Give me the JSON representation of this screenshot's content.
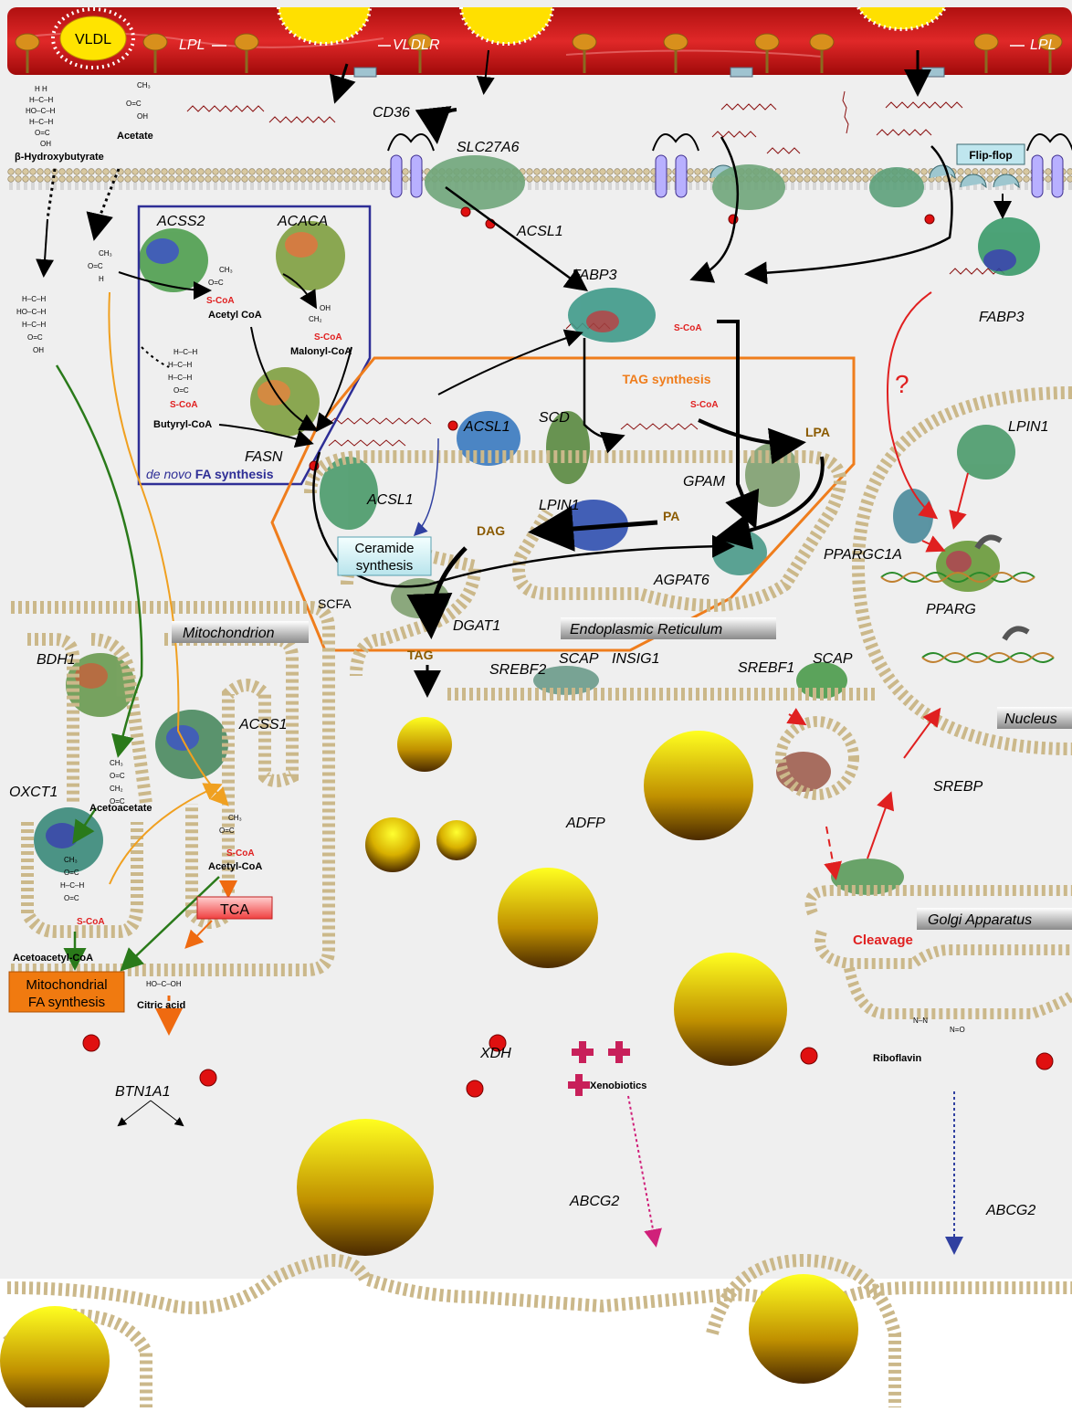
{
  "blood": {
    "vldl": "VLDL",
    "lpl_left": "LPL",
    "vldlr": "VLDLR",
    "lpl_right": "LPL"
  },
  "metabolites": {
    "bhb": "β-Hydroxybutyrate",
    "acetate": "Acetate",
    "acetyl_coa": "Acetyl CoA",
    "malonyl_coa": "Malonyl-CoA",
    "butyryl_coa": "Butyryl-CoA",
    "acetoacetate": "Acetoacetate",
    "acetoacetyl_coa": "Acetoacetyl-CoA",
    "acetyl_coa_mito": "Acetyl-CoA",
    "citric_acid": "Citric acid",
    "scoa": "S-CoA",
    "xenobiotics": "Xenobiotics",
    "riboflavin": "Riboflavin"
  },
  "genes": {
    "cd36": "CD36",
    "slc27a6": "SLC27A6",
    "acsl1_top": "ACSL1",
    "acss2": "ACSS2",
    "acaca": "ACACA",
    "fabp3_center": "FABP3",
    "fabp3_right": "FABP3",
    "fasn": "FASN",
    "acsl1_mid": "ACSL1",
    "acsl1_er": "ACSL1",
    "scd": "SCD",
    "gpam": "GPAM",
    "lpin1": "LPIN1",
    "lpin1_nuc": "LPIN1",
    "agpat6": "AGPAT6",
    "dgat1": "DGAT1",
    "bdh1": "BDH1",
    "acss1": "ACSS1",
    "oxct1": "OXCT1",
    "srebf2": "SREBF2",
    "scap1": "SCAP",
    "insig1": "INSIG1",
    "srebf1": "SREBF1",
    "scap2": "SCAP",
    "ppargc1a": "PPARGC1A",
    "pparg": "PPARG",
    "srebp": "SREBP",
    "adfp": "ADFP",
    "xdh": "XDH",
    "btn1a1": "BTN1A1",
    "abcg2_left": "ABCG2",
    "abcg2_right": "ABCG2"
  },
  "boxes": {
    "denovo_italic": "de novo",
    "denovo_bold": "FA synthesis",
    "tag_synthesis": "TAG synthesis",
    "ceramide1": "Ceramide",
    "ceramide2": "synthesis",
    "tca": "TCA",
    "mito_fa1": "Mitochondrial",
    "mito_fa2": "FA synthesis",
    "flipflop": "Flip-flop",
    "question": "?",
    "cleavage": "Cleavage",
    "scfa": "SCFA"
  },
  "lipids": {
    "lpa": "LPA",
    "pa": "PA",
    "dag": "DAG",
    "tag": "TAG"
  },
  "organelles": {
    "mitochondrion": "Mitochondrion",
    "er": "Endoplasmic Reticulum",
    "nucleus": "Nucleus",
    "golgi": "Golgi Apparatus"
  },
  "colors": {
    "blood": "#d42020",
    "denovo_box": "#2e2e96",
    "tag_box": "#ef7d1c",
    "lipid_label": "#8a5a00",
    "green_arrow": "#2a7a1a",
    "orange_arrow": "#f0a020",
    "red": "#e02020",
    "membrane_head": "#d8c8a0"
  }
}
